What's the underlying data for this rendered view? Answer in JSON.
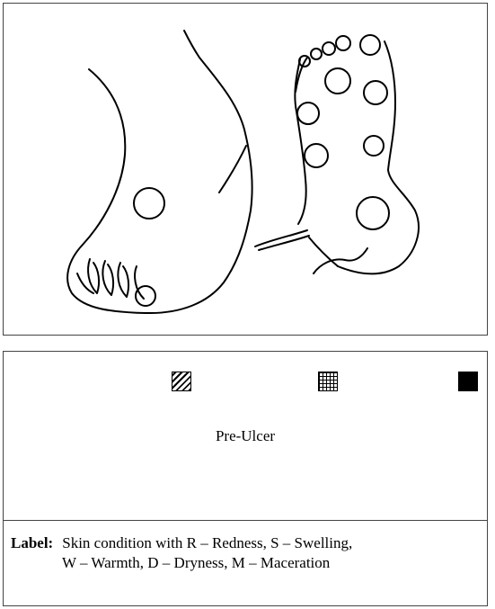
{
  "legend": {
    "patterns": [
      {
        "name": "hatched",
        "color": "#000000"
      },
      {
        "name": "grid",
        "color": "#000000"
      },
      {
        "name": "solid",
        "color": "#000000"
      }
    ],
    "category_label": "Pre-Ulcer"
  },
  "label": {
    "key": "Label:",
    "line1": "Skin condition with  R – Redness, S – Swelling,",
    "line2": "W – Warmth, D – Dryness, M – Maceration"
  },
  "colors": {
    "line": "#000000",
    "background": "#ffffff",
    "border": "#444444"
  }
}
